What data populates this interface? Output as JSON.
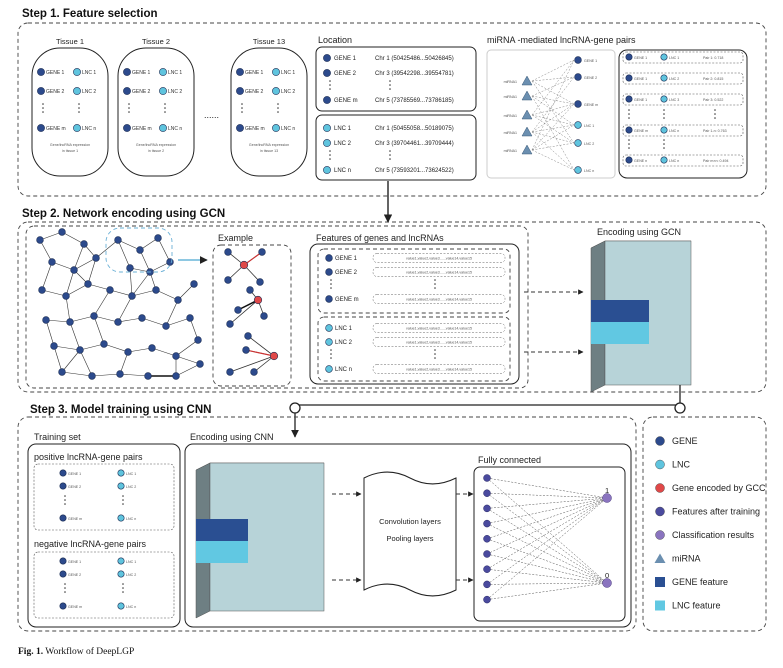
{
  "colors": {
    "gene": "#2c4a8c",
    "lnc": "#5fc4de",
    "gcc": "#e04848",
    "trained": "#4a4a9e",
    "classification": "#8a74bf",
    "mirna": "#6b8fb0",
    "gene_feature": "#2a4f92",
    "lnc_feature": "#61c8e2",
    "cube_face": "#b7d3d8",
    "cube_side": "#6e7f83"
  },
  "step1": {
    "title": "Step 1. Feature selection",
    "tissues": [
      {
        "name": "Tissue 1",
        "caption": [
          "Gene/lncRNA expression",
          "in tissue 1"
        ]
      },
      {
        "name": "Tissue 2",
        "caption": [
          "Gene/lncRNA expression",
          "in tissue 2"
        ]
      },
      {
        "name": "Tissue 13",
        "caption": [
          "Gene/lncRNA expression",
          "in tissue 13"
        ]
      }
    ],
    "tissue_genes": [
      "GENE 1",
      "GENE 2",
      "GENE m"
    ],
    "tissue_lncs": [
      "LNC 1",
      "LNC 2",
      "LNC n"
    ],
    "ellipsis": "......",
    "location_title": "Location",
    "location_genes": [
      {
        "name": "GENE 1",
        "loc": "Chr 1 (50425486...50426845)"
      },
      {
        "name": "GENE 2",
        "loc": "Chr 3 (39542298...39554781)"
      },
      {
        "name": "GENE m",
        "loc": "Chr 5 (73785569...73786185)"
      }
    ],
    "location_lncs": [
      {
        "name": "LNC 1",
        "loc": "Chr 1 (50455058...50189075)"
      },
      {
        "name": "LNC 2",
        "loc": "Chr 3 (39704461...39709444)"
      },
      {
        "name": "LNC n",
        "loc": "Chr 5 (73593201...73624522)"
      }
    ],
    "pairs_title": "miRNA -mediated lncRNA-gene pairs",
    "mirna_label": "miRNA1",
    "pair_genes": [
      "GENE 1",
      "GENE 2",
      "GENE m"
    ],
    "pair_lncs": [
      "LNC 1",
      "LNC 2",
      "LNC n"
    ],
    "pair_rows": [
      {
        "gene": "GENE 1",
        "lnc": "LNC 1",
        "pair": "Pair 1: 0.718"
      },
      {
        "gene": "GENE 1",
        "lnc": "LNC 2",
        "pair": "Pair 2: 0.815"
      },
      {
        "gene": "GENE 1",
        "lnc": "LNC 3",
        "pair": "Pair 3: 0.522"
      },
      {
        "gene": "GENE m",
        "lnc": "LNC n",
        "pair": "Pair 1-n: 0.763"
      },
      {
        "gene": "GENE n",
        "lnc": "LNC n",
        "pair": "Pair m×n: 0.494"
      }
    ]
  },
  "step2": {
    "title": "Step 2. Network encoding using GCN",
    "example_title": "Example",
    "features_title": "Features of genes and lncRNAs",
    "feature_genes": [
      "GENE 1",
      "GENE 2",
      "GENE m"
    ],
    "feature_lncs": [
      "LNC 1",
      "LNC 2",
      "LNC n"
    ],
    "feature_values": "value1,value2,value3......value14,value15",
    "encoding_title": "Encoding using GCN"
  },
  "step3": {
    "title": "Step 3. Model training using CNN",
    "training_set_title": "Training set",
    "positive_title": "positive lncRNA-gene pairs",
    "negative_title": "negative lncRNA-gene pairs",
    "pair_genes": [
      "GENE 1",
      "GENE 2",
      "GENE m"
    ],
    "pair_lncs": [
      "LNC 1",
      "LNC 2",
      "LNC n"
    ],
    "encoding_title": "Encoding using CNN",
    "conv_label": "Convolution layers",
    "pool_label": "Pooling layers",
    "fc_title": "Fully connected",
    "output_1": "1",
    "output_0": "0"
  },
  "legend": [
    {
      "label": "GENE",
      "icon": "circle",
      "color": "#2c4a8c"
    },
    {
      "label": "LNC",
      "icon": "circle",
      "color": "#5fc4de"
    },
    {
      "label": "Gene encoded by GCC",
      "icon": "circle",
      "color": "#e04848"
    },
    {
      "label": "Features after training",
      "icon": "circle",
      "color": "#4a4a9e"
    },
    {
      "label": "Classification results",
      "icon": "circle",
      "color": "#8a74bf"
    },
    {
      "label": "miRNA",
      "icon": "triangle",
      "color": "#6b8fb0"
    },
    {
      "label": "GENE feature",
      "icon": "square",
      "color": "#2a4f92"
    },
    {
      "label": "LNC feature",
      "icon": "square",
      "color": "#61c8e2"
    }
  ],
  "caption": {
    "label": "Fig. 1.",
    "text": "Workflow of DeepLGP"
  }
}
